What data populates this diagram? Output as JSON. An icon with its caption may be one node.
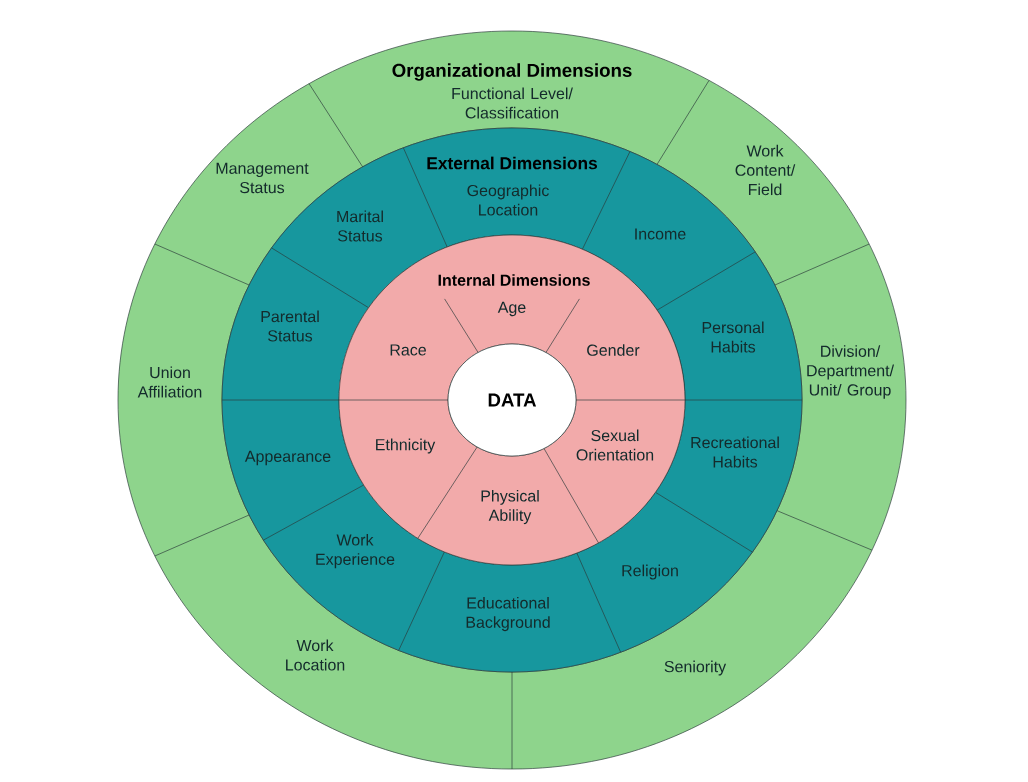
{
  "diagram": {
    "nodes": [
      {
        "text": [
          "Organizational Dimensions"
        ]
      },
      {
        "text": [
          "Functional Level/ Classification"
        ],
        "in": 0
      },
      {
        "text": [
          "Work Content/ Field"
        ],
        "in": 0
      },
      {
        "text": [
          "Division/ Department/ Unit/ Group"
        ],
        "in": 0
      },
      {
        "text": [
          "Seniority"
        ],
        "in": 0
      },
      {
        "text": [
          "Work Location"
        ],
        "in": 0
      },
      {
        "text": [
          "Union Affiliation"
        ],
        "in": 0
      },
      {
        "text": [
          "Management Status"
        ],
        "in": 0
      },
      {
        "text": [
          "External Dimensions"
        ],
        "in": 0
      },
      {
        "text": [
          "Geographic Location"
        ],
        "in": 8
      },
      {
        "text": [
          "Income"
        ],
        "in": 8
      },
      {
        "text": [
          "Personal Habits"
        ],
        "in": 8
      },
      {
        "text": [
          "Recreational Habits"
        ],
        "in": 8
      },
      {
        "text": [
          "Religion"
        ],
        "in": 8
      },
      {
        "text": [
          "Educational Background"
        ],
        "in": 8
      },
      {
        "text": [
          "Work Experience"
        ],
        "in": 8
      },
      {
        "text": [
          "Appearance"
        ],
        "in": 8
      },
      {
        "text": [
          "Parental Status"
        ],
        "in": 8
      },
      {
        "text": [
          "Marital Status"
        ],
        "in": 8
      },
      {
        "text": [
          "Internal Dimensions"
        ],
        "in": 8
      },
      {
        "text": [
          "Age"
        ],
        "in": 19
      },
      {
        "text": [
          "Gender"
        ],
        "in": 19
      },
      {
        "text": [
          "Sexual Orientation"
        ],
        "in": 19
      },
      {
        "text": [
          "Physical Ability"
        ],
        "in": 19
      },
      {
        "text": [
          "Ethnicity"
        ],
        "in": 19
      },
      {
        "text": [
          "Race"
        ],
        "in": 19
      },
      {
        "text": [
          "DATA"
        ],
        "in": 19
      }
    ]
  }
}
